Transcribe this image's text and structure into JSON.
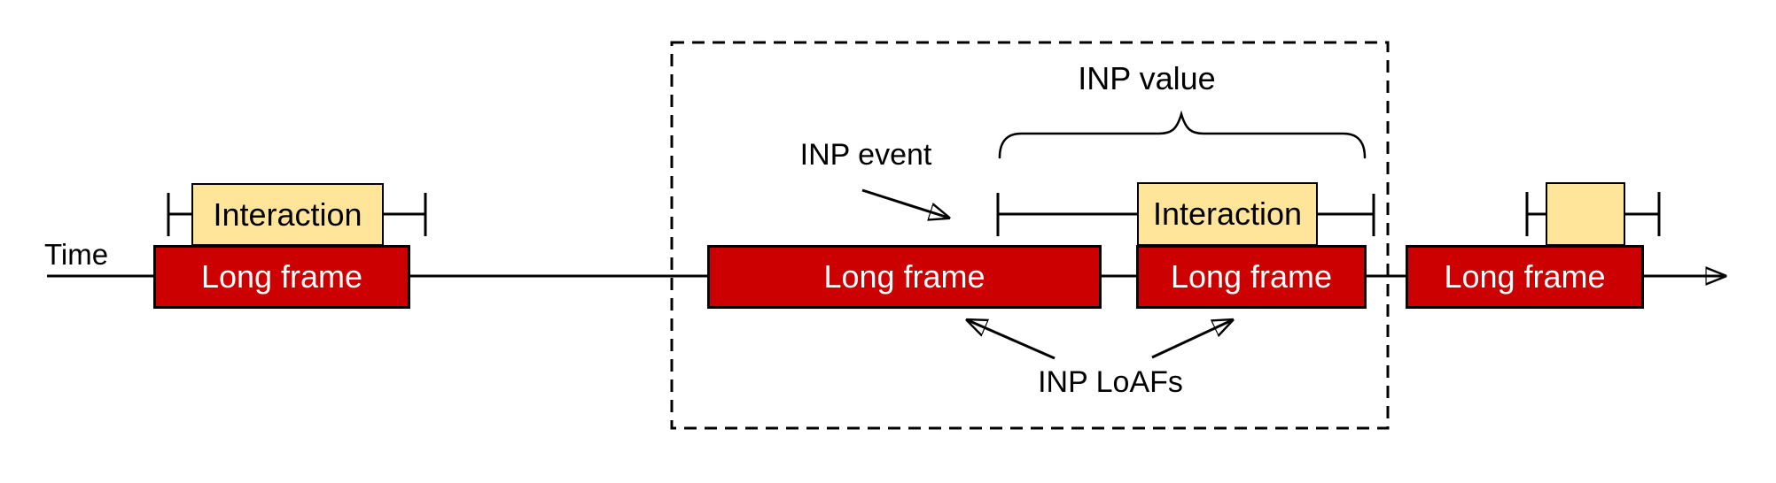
{
  "colors": {
    "background": "#ffffff",
    "stroke": "#000000",
    "long_frame_fill": "#cc0000",
    "long_frame_text": "#ffffff",
    "interaction_fill": "#ffe599",
    "interaction_text": "#000000"
  },
  "timeline": {
    "label": "Time"
  },
  "annotations": {
    "inp_value": "INP value",
    "inp_event": "INP event",
    "inp_loafs": "INP LoAFs"
  },
  "groups": {
    "left": {
      "interaction_label": "Interaction",
      "long_frame_label": "Long frame"
    },
    "middle": {
      "interaction_label": "Interaction",
      "long_frame_a_label": "Long frame",
      "long_frame_b_label": "Long frame"
    },
    "right": {
      "long_frame_label": "Long frame"
    }
  }
}
